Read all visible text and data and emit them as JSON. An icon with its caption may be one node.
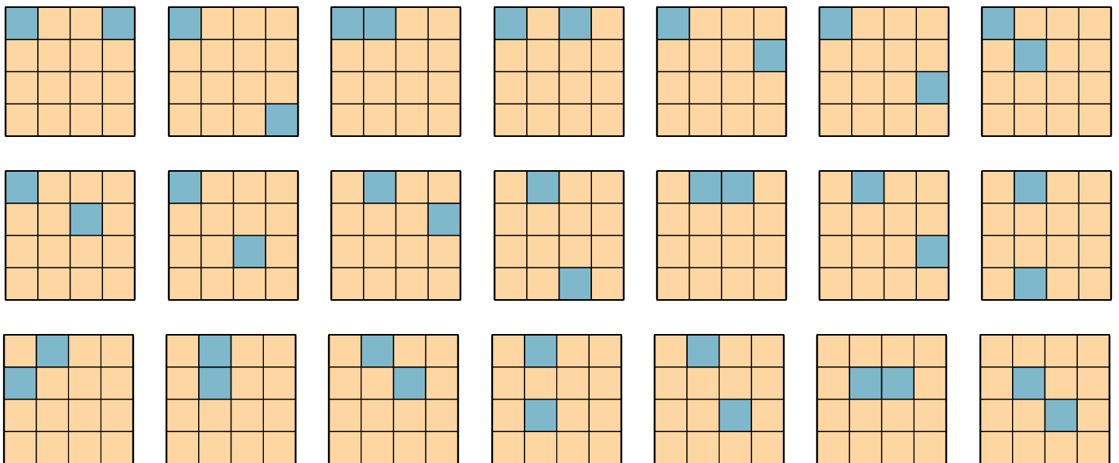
{
  "diagram": {
    "nodes": [
      {
        "text": [],
        "shape": "grid"
      },
      {
        "text": [],
        "shape": "box",
        "in": 0
      },
      {
        "text": [],
        "shape": "box",
        "in": 0
      },
      {
        "text": [],
        "shape": "grid"
      },
      {
        "text": [],
        "shape": "box",
        "in": 3
      },
      {
        "text": [],
        "shape": "box",
        "in": 3
      },
      {
        "text": [],
        "shape": "grid"
      },
      {
        "text": [],
        "shape": "box",
        "in": 6
      },
      {
        "text": [],
        "shape": "box",
        "in": 6
      },
      {
        "text": [],
        "shape": "grid"
      },
      {
        "text": [],
        "shape": "box",
        "in": 9
      },
      {
        "text": [],
        "shape": "box",
        "in": 9
      },
      {
        "text": [],
        "shape": "grid"
      },
      {
        "text": [],
        "shape": "box",
        "in": 12
      },
      {
        "text": [],
        "shape": "box",
        "in": 12
      },
      {
        "text": [],
        "shape": "grid"
      },
      {
        "text": [],
        "shape": "box",
        "in": 15
      },
      {
        "text": [],
        "shape": "box",
        "in": 15
      },
      {
        "text": [],
        "shape": "grid"
      },
      {
        "text": [],
        "shape": "box",
        "in": 18
      },
      {
        "text": [],
        "shape": "box",
        "in": 18
      },
      {
        "text": [],
        "shape": "grid"
      },
      {
        "text": [],
        "shape": "box",
        "in": 21
      },
      {
        "text": [],
        "shape": "box",
        "in": 21
      },
      {
        "text": [],
        "shape": "grid"
      },
      {
        "text": [],
        "shape": "box",
        "in": 24
      },
      {
        "text": [],
        "shape": "box",
        "in": 24
      },
      {
        "text": [],
        "shape": "grid"
      },
      {
        "text": [],
        "shape": "box",
        "in": 27
      },
      {
        "text": [],
        "shape": "box",
        "in": 27
      },
      {
        "text": [],
        "shape": "grid"
      },
      {
        "text": [],
        "shape": "box",
        "in": 30
      },
      {
        "text": [],
        "shape": "box",
        "in": 30
      },
      {
        "text": [],
        "shape": "grid"
      },
      {
        "text": [],
        "shape": "box",
        "in": 33
      },
      {
        "text": [],
        "shape": "box",
        "in": 33
      },
      {
        "text": [],
        "shape": "grid"
      },
      {
        "text": [],
        "shape": "box",
        "in": 36
      },
      {
        "text": [],
        "shape": "box",
        "in": 36
      },
      {
        "text": [],
        "shape": "grid"
      },
      {
        "text": [],
        "shape": "box",
        "in": 39
      },
      {
        "text": [],
        "shape": "box",
        "in": 39
      },
      {
        "text": [],
        "shape": "grid"
      },
      {
        "text": [],
        "shape": "box",
        "in": 42
      },
      {
        "text": [],
        "shape": "box",
        "in": 42
      },
      {
        "text": [],
        "shape": "grid"
      },
      {
        "text": [],
        "shape": "box",
        "in": 45
      },
      {
        "text": [],
        "shape": "box",
        "in": 45
      },
      {
        "text": [],
        "shape": "grid"
      },
      {
        "text": [],
        "shape": "box",
        "in": 48
      },
      {
        "text": [],
        "shape": "box",
        "in": 48
      },
      {
        "text": [],
        "shape": "grid"
      },
      {
        "text": [],
        "shape": "box",
        "in": 51
      },
      {
        "text": [],
        "shape": "box",
        "in": 51
      },
      {
        "text": [],
        "shape": "grid"
      },
      {
        "text": [],
        "shape": "box",
        "in": 54
      },
      {
        "text": [],
        "shape": "box",
        "in": 54
      },
      {
        "text": [],
        "shape": "grid"
      },
      {
        "text": [],
        "shape": "box",
        "in": 57
      },
      {
        "text": [],
        "shape": "box",
        "in": 57
      },
      {
        "text": [],
        "shape": "grid"
      },
      {
        "text": [],
        "shape": "box",
        "in": 60
      },
      {
        "text": [],
        "shape": "box",
        "in": 60
      }
    ]
  }
}
